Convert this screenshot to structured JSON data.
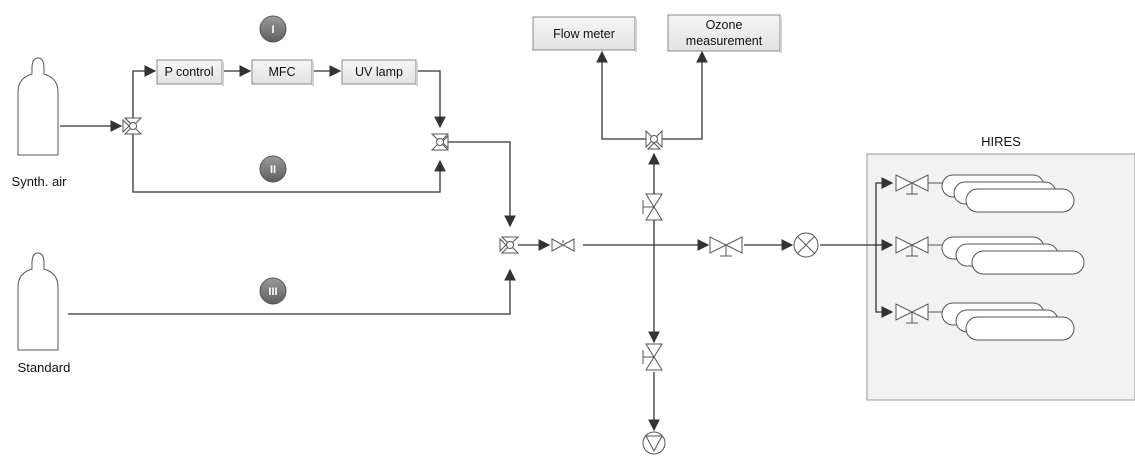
{
  "sources": {
    "synth_air": "Synth. air",
    "standard": "Standard"
  },
  "boxes": {
    "p_control": "P control",
    "mfc": "MFC",
    "uv_lamp": "UV lamp",
    "flow_meter": "Flow meter",
    "ozone_line1": "Ozone",
    "ozone_line2": "measurement"
  },
  "paths": {
    "path_1": "I",
    "path_2": "II",
    "path_3": "III"
  },
  "hires": {
    "title": "HIRES"
  },
  "colors": {
    "box_fill": "#ebebeb",
    "badge_fill": "#7a7a7a",
    "hires_panel": "#f2f2f2"
  }
}
